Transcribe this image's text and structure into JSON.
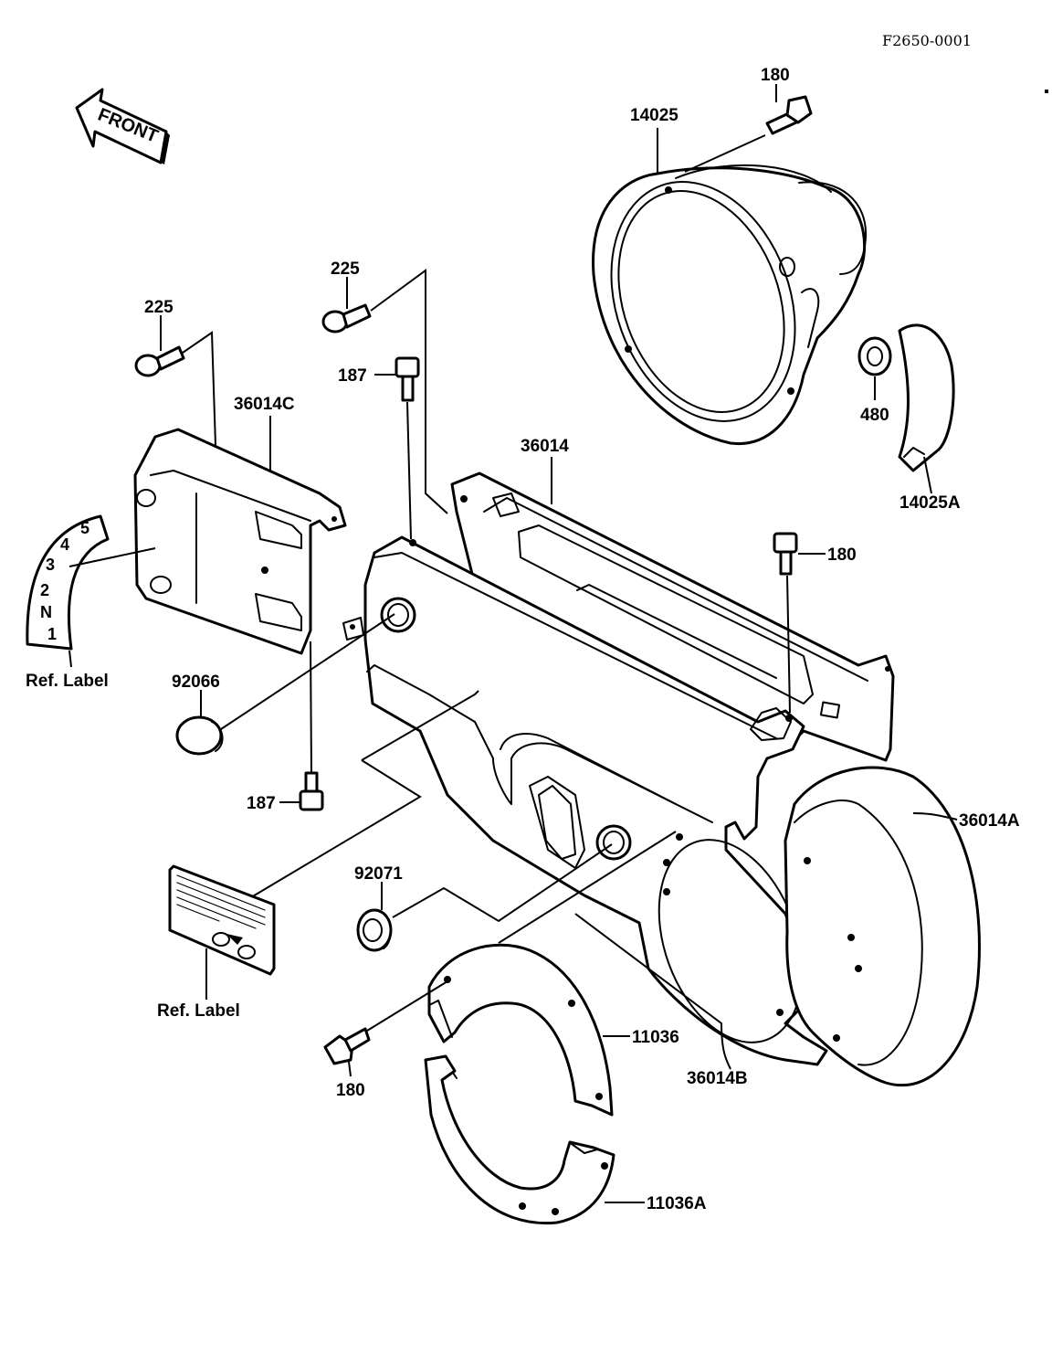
{
  "diagram": {
    "code": "F2650-0001",
    "front_arrow": "FRONT",
    "gear_label": [
      "1",
      "N",
      "2",
      "3",
      "4",
      "5"
    ],
    "labels": {
      "p180_top": "180",
      "p14025": "14025",
      "p225_upper": "225",
      "p225_left": "225",
      "p187_top": "187",
      "p36014C": "36014C",
      "p36014": "36014",
      "p480": "480",
      "p14025A": "14025A",
      "p180_right": "180",
      "ref_label_1": "Ref. Label",
      "p92066": "92066",
      "p187_bottom": "187",
      "p36014A": "36014A",
      "p92071": "92071",
      "ref_label_2": "Ref. Label",
      "p11036": "11036",
      "p180_bottom": "180",
      "p36014B": "36014B",
      "p11036A": "11036A"
    }
  }
}
